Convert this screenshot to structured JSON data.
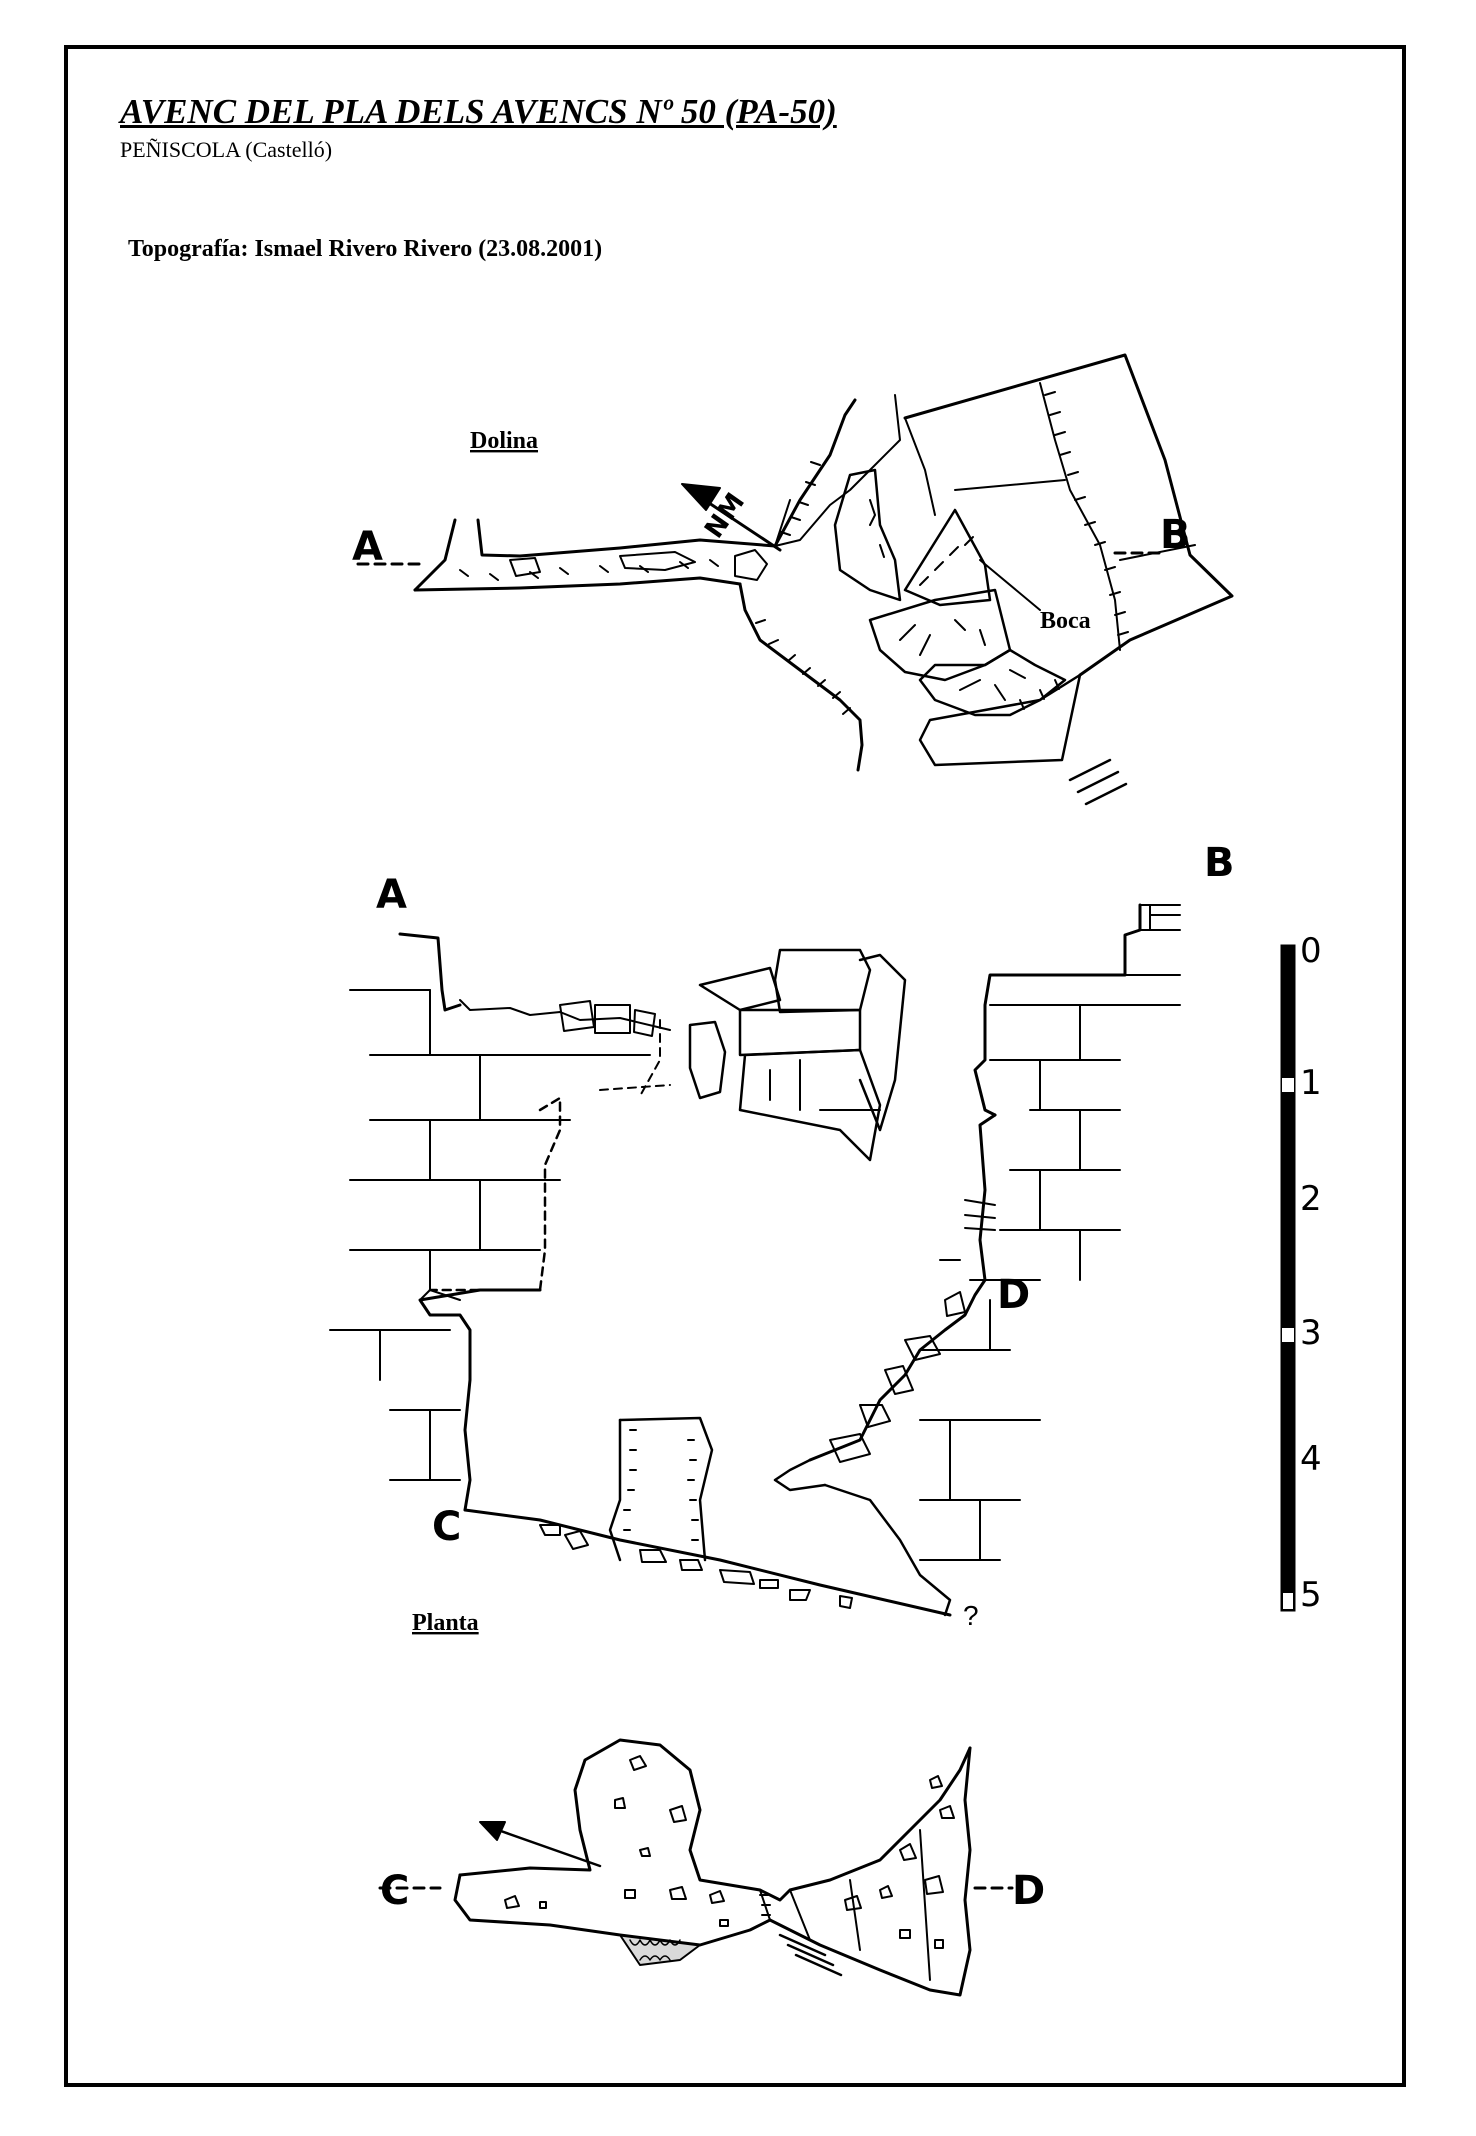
{
  "title": "AVENC DEL PLA DELS AVENCS Nº 50 (PA-50)",
  "subtitle": "PEÑISCOLA (Castelló)",
  "topography": "Topografía: Ismael Rivero Rivero (23.08.2001)",
  "labels": {
    "dolina": "Dolina",
    "boca": "Boca",
    "north": "NM",
    "planta": "Planta",
    "a": "A",
    "b": "B",
    "c": "C",
    "d": "D",
    "question": "?"
  },
  "scale": {
    "ticks": [
      "0",
      "1",
      "2",
      "3",
      "4",
      "5"
    ],
    "unit_count": 5
  }
}
